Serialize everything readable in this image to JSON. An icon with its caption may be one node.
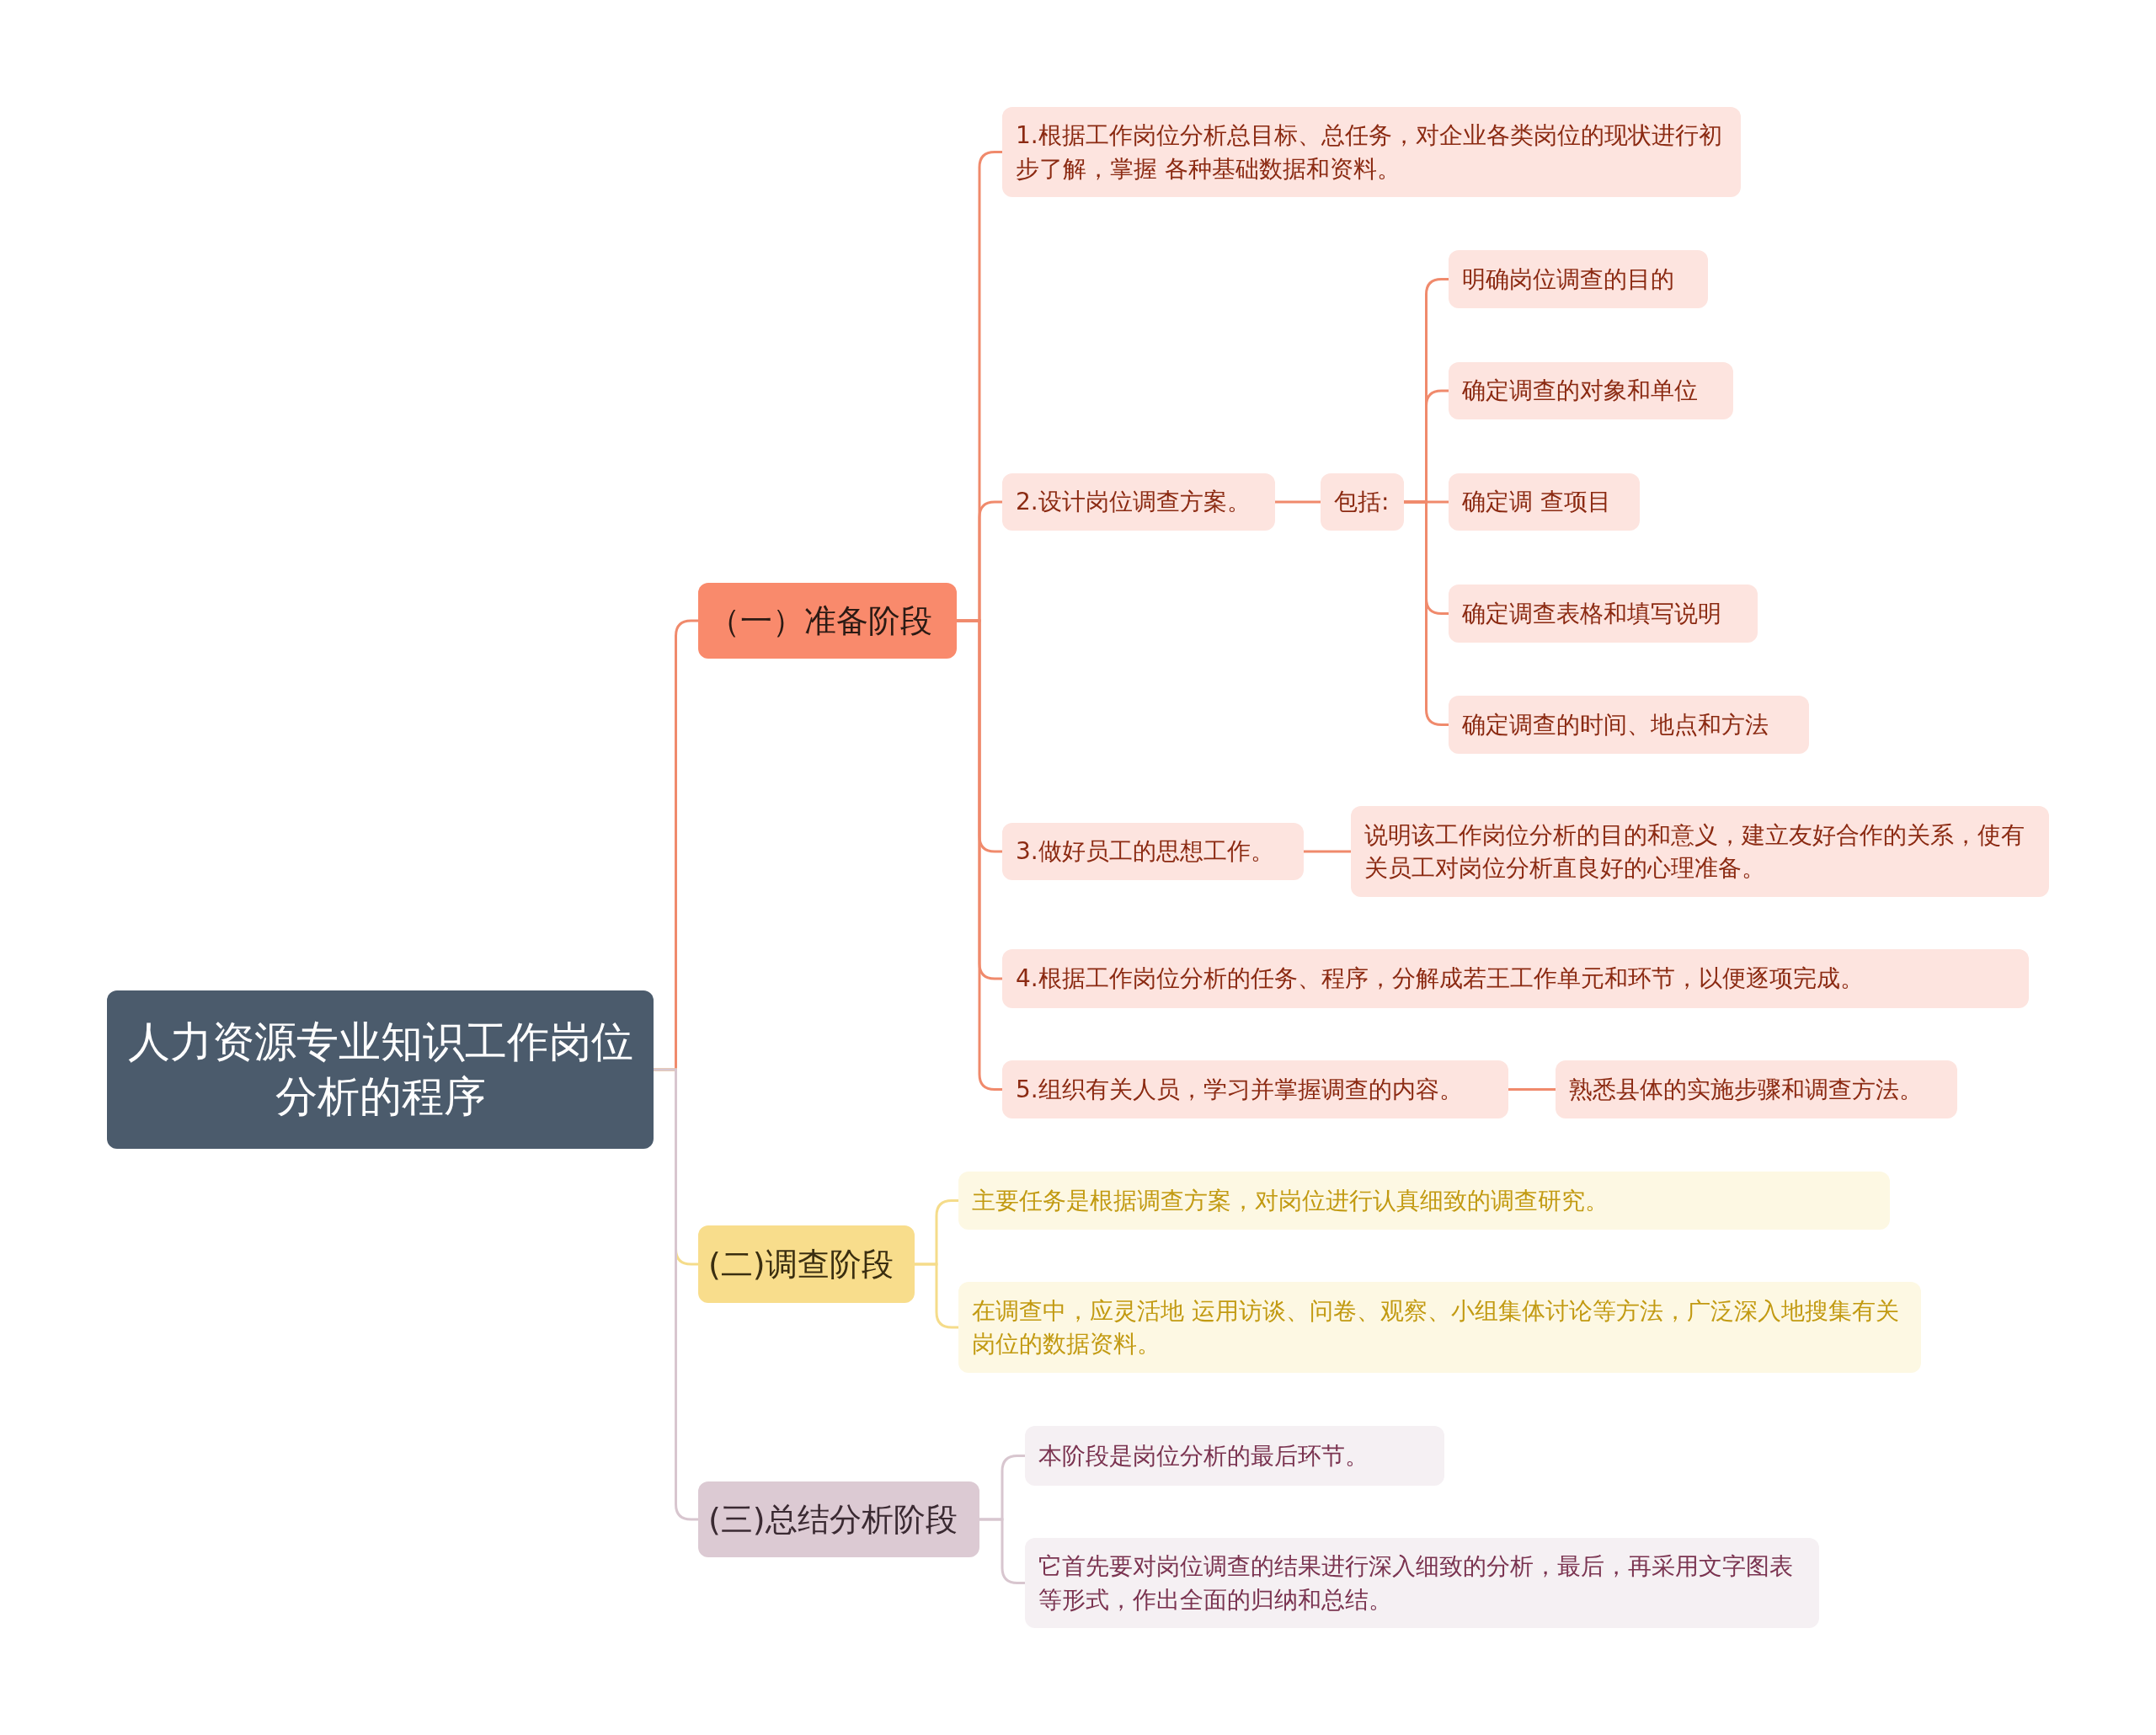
{
  "diagram": {
    "nodes": [
      {
        "text": [
          "人力资源专业知识工作岗位分析的程序"
        ]
      },
      {
        "text": [
          "（一）准备阶段"
        ]
      },
      {
        "text": [
          "1.根据工作岗位分析总目标、总任务，对企业各类岗位的现状进行初步了解，掌握 各种基础数据和资料。"
        ]
      },
      {
        "text": [
          "2.设计岗位调查方案。"
        ]
      },
      {
        "text": [
          "包括:"
        ]
      },
      {
        "text": [
          "明确岗位调查的目的"
        ]
      },
      {
        "text": [
          "确定调查的对象和单位"
        ]
      },
      {
        "text": [
          "确定调 查项目"
        ]
      },
      {
        "text": [
          "确定调查表格和填写说明"
        ]
      },
      {
        "text": [
          "确定调查的时间、地点和方法"
        ]
      },
      {
        "text": [
          "3.做好员工的思想工作。"
        ]
      },
      {
        "text": [
          "说明该工作岗位分析的目的和意义，建立友好合作的关系，使有关员工对岗位分析直良好的心理准备。"
        ]
      },
      {
        "text": [
          "4.根据工作岗位分析的任务、程序，分解成若王工作单元和环节，以便逐项完成。"
        ]
      },
      {
        "text": [
          "5.组织有关人员，学习并掌握调查的内容。"
        ]
      },
      {
        "text": [
          "熟悉县体的实施步骤和调查方法。"
        ]
      },
      {
        "text": [
          "(二)调查阶段"
        ]
      },
      {
        "text": [
          "主要任务是根据调查方案，对岗位进行认真细致的调查研究。"
        ]
      },
      {
        "text": [
          "在调查中，应灵活地 运用访谈、问卷、观察、小组集体讨论等方法，广泛深入地搜集有关岗位的数据资料。"
        ]
      },
      {
        "text": [
          "(三)总结分析阶段"
        ]
      },
      {
        "text": [
          "本阶段是岗位分析的最后环节。"
        ]
      },
      {
        "text": [
          "它首先要对岗位调查的结果进行深入细致的分析，最后，再采用文字图表等形式，作出全面的归纳和总结。"
        ]
      }
    ],
    "edges": [
      {
        "from": 0,
        "to": 1,
        "arrow": "none"
      },
      {
        "from": 0,
        "to": 15,
        "arrow": "none",
        "color": "#f5dc8a"
      },
      {
        "from": 0,
        "to": 18,
        "arrow": "none",
        "color": "#d8c6cf"
      },
      {
        "from": 1,
        "to": 2,
        "arrow": "none"
      },
      {
        "from": 1,
        "to": 3,
        "arrow": "none"
      },
      {
        "from": 1,
        "to": 10,
        "arrow": "none"
      },
      {
        "from": 1,
        "to": 12,
        "arrow": "none"
      },
      {
        "from": 1,
        "to": 13,
        "arrow": "none"
      },
      {
        "from": 3,
        "to": 4,
        "arrow": "none"
      },
      {
        "from": 4,
        "to": 5,
        "arrow": "none"
      },
      {
        "from": 4,
        "to": 6,
        "arrow": "none"
      },
      {
        "from": 4,
        "to": 7,
        "arrow": "none"
      },
      {
        "from": 4,
        "to": 8,
        "arrow": "none"
      },
      {
        "from": 4,
        "to": 9,
        "arrow": "none"
      },
      {
        "from": 10,
        "to": 11,
        "arrow": "none"
      },
      {
        "from": 13,
        "to": 14,
        "arrow": "none"
      },
      {
        "from": 15,
        "to": 16,
        "arrow": "none",
        "color": "#f5dc8a"
      },
      {
        "from": 15,
        "to": 17,
        "arrow": "none",
        "color": "#f5dc8a"
      },
      {
        "from": 18,
        "to": 19,
        "arrow": "none",
        "color": "#d8c6cf"
      },
      {
        "from": 18,
        "to": 20,
        "arrow": "none",
        "color": "#d8c6cf"
      }
    ]
  }
}
